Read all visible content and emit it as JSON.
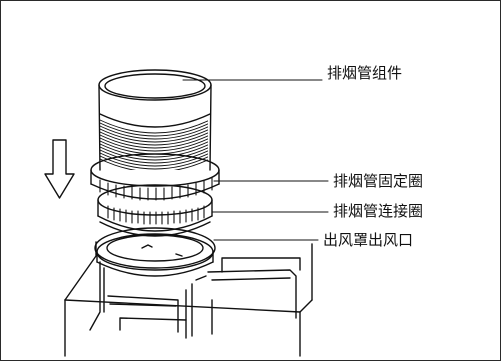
{
  "callouts": {
    "assembly": "排烟管组件",
    "fixing_ring": "排烟管固定圈",
    "connecting_ring": "排烟管连接圈",
    "outlet": "出风罩出风口"
  },
  "icons": {
    "direction_arrow": "down-arrow-outline-icon"
  },
  "colors": {
    "line": "#111111",
    "text": "#111111",
    "background": "#ffffff"
  }
}
